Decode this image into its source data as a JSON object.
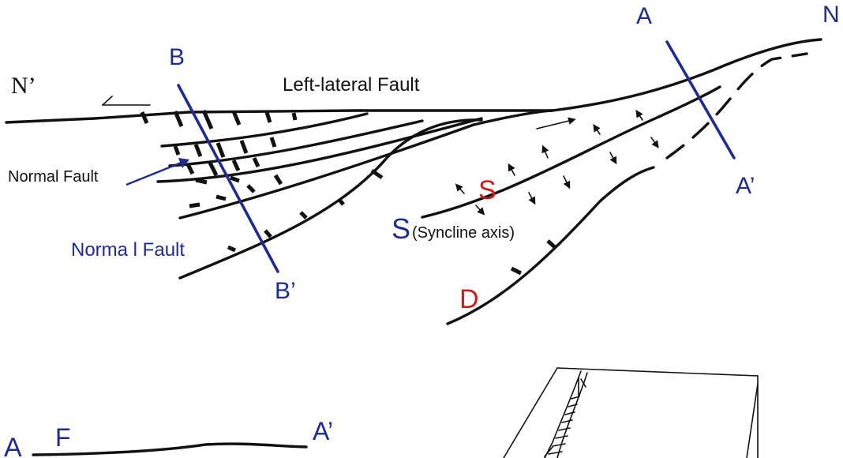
{
  "labels": {
    "n_prime": "N’",
    "n": "N",
    "left_lateral_fault": "Left-lateral Fault",
    "normal_fault_1": "Normal Fault",
    "normal_fault_2": "Norma l Fault",
    "section_b": "B",
    "section_b_prime": "B’",
    "section_a": "A",
    "section_a_prime": "A’",
    "s_red": "S",
    "s_blue": "S",
    "syncline_axis": "(Syncline axis)",
    "d_red": "D",
    "bottom_a": "A",
    "bottom_f": "F",
    "bottom_a_prime": "A’"
  },
  "colors": {
    "section_line": "#1f2b8f",
    "highlight_label": "#d11a1a",
    "fault_line": "#111111"
  }
}
